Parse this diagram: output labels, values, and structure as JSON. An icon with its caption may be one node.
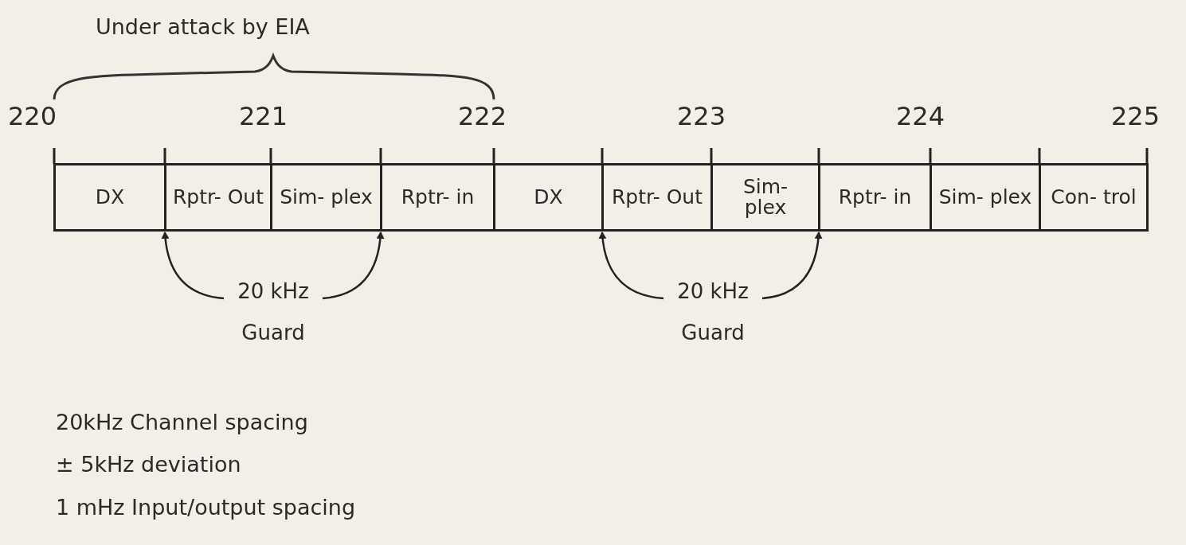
{
  "diagram": {
    "nodes": [
      {
        "text": [
          "DX"
        ]
      },
      {
        "text": [
          "Rptr- Out"
        ]
      },
      {
        "text": [
          "Sim- plex"
        ]
      },
      {
        "text": [
          "Rptr- in"
        ]
      },
      {
        "text": [
          "DX"
        ]
      },
      {
        "text": [
          "Rptr- Out"
        ]
      },
      {
        "text": [
          "Sim- plex"
        ]
      },
      {
        "text": [
          "Rptr- in"
        ]
      },
      {
        "text": [
          "Sim- plex"
        ]
      },
      {
        "text": [
          "Con- trol"
        ]
      },
      {
        "text": [
          "20 kHz Guard"
        ]
      },
      {
        "text": [
          "20 kHz Guard"
        ]
      }
    ],
    "edges": [
      {
        "from": 10,
        "to": 1,
        "arrow": "to"
      },
      {
        "from": 10,
        "to": 3,
        "arrow": "to"
      },
      {
        "from": 11,
        "to": 5,
        "arrow": "to"
      },
      {
        "from": 11,
        "to": 7,
        "arrow": "to"
      }
    ],
    "labels": [
      "Under attack by EIA",
      "220",
      "221",
      "222",
      "223",
      "224",
      "225",
      "20kHz Channel spacing",
      "± 5kHz deviation",
      "1 mHz Input/output spacing"
    ]
  }
}
